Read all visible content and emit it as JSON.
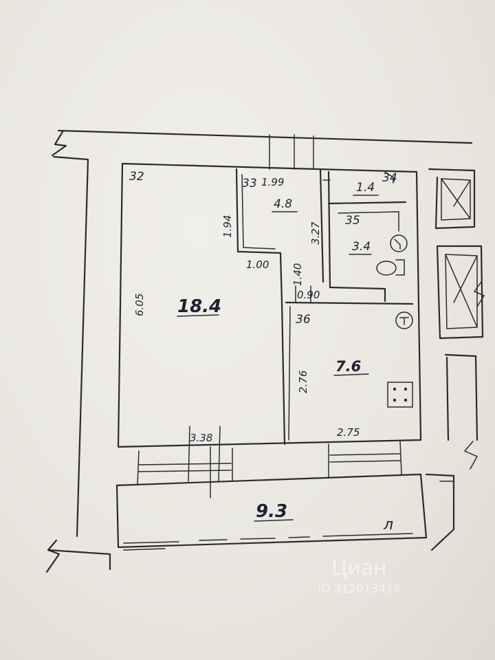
{
  "rooms": {
    "living_area": "18.4",
    "hall_area": "4.8",
    "kitchen_area": "7.6",
    "bath_area": "3.4",
    "wc_area": "1.4",
    "loggia_area": "9.3"
  },
  "room_numbers": {
    "n32": "32",
    "n33": "33",
    "n34": "34",
    "n35": "35",
    "n36": "36"
  },
  "dimensions": {
    "d_199": "1.99",
    "d_194": "1.94",
    "d_605": "6.05",
    "d_100": "1.00",
    "d_140": "1.40",
    "d_327": "3.27",
    "d_090": "0.90",
    "d_276": "2.76",
    "d_338": "3.38",
    "d_275": "2.75"
  },
  "marks": {
    "loggia_mark": "л"
  },
  "watermark": {
    "brand": "Циан",
    "id": "ID 312013414"
  }
}
